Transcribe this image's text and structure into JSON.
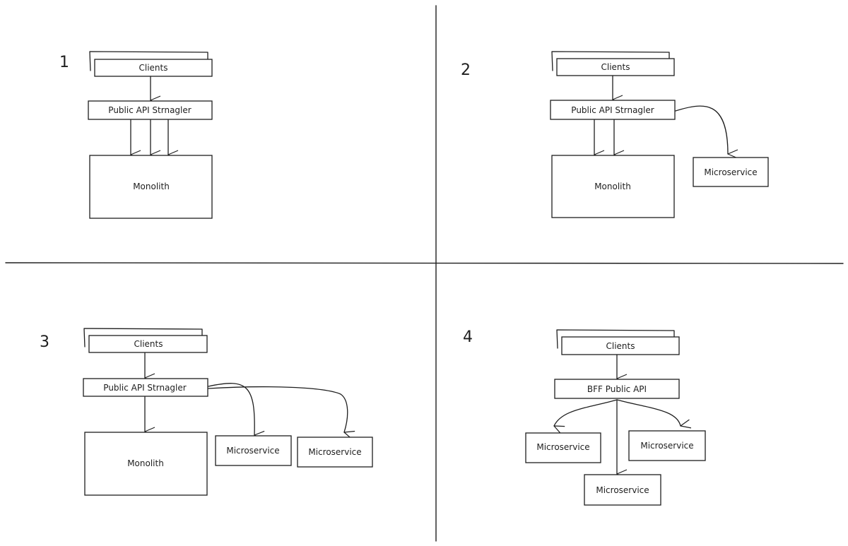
{
  "colors": {
    "ink": "#1e1e1e",
    "background": "#ffffff"
  },
  "panels": [
    {
      "number": "1",
      "clients": "Clients",
      "gateway": "Public API Strnagler",
      "monolith": "Monolith"
    },
    {
      "number": "2",
      "clients": "Clients",
      "gateway": "Public API Strnagler",
      "monolith": "Monolith",
      "microservices": [
        "Microservice"
      ]
    },
    {
      "number": "3",
      "clients": "Clients",
      "gateway": "Public API Strnagler",
      "monolith": "Monolith",
      "microservices": [
        "Microservice",
        "Microservice"
      ]
    },
    {
      "number": "4",
      "clients": "Clients",
      "gateway": "BFF Public API",
      "microservices": [
        "Microservice",
        "Microservice",
        "Microservice"
      ]
    }
  ]
}
